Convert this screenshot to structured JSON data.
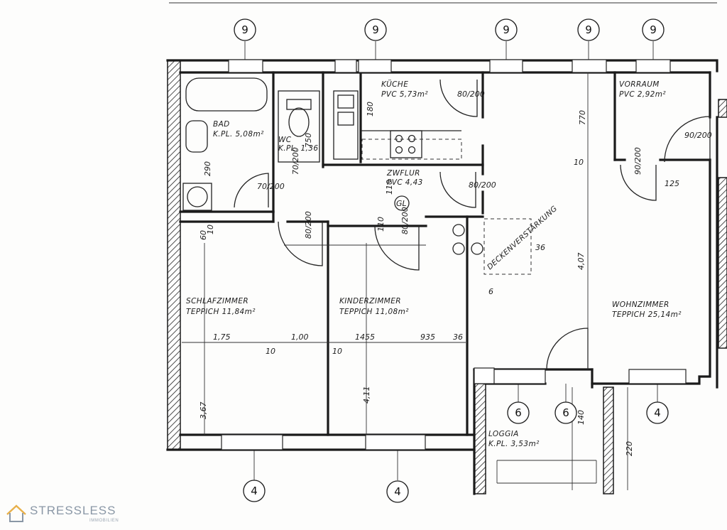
{
  "axes": {
    "top": [
      "9",
      "9",
      "9",
      "9",
      "9"
    ],
    "bottom": [
      "6",
      "6",
      "4",
      "4",
      "4"
    ]
  },
  "rooms": {
    "kueche": {
      "name": "KÜCHE",
      "floor": "PVC 5,73m²"
    },
    "vorraum": {
      "name": "VORRAUM",
      "floor": "PVC 2,92m²"
    },
    "bad": {
      "name": "BAD",
      "floor": "K.PL. 5,08m²"
    },
    "wc": {
      "name": "WC",
      "floor": "K.PL. 1,36"
    },
    "zwflur": {
      "name": "ZWFLUR",
      "floor": "PVC 4,43"
    },
    "schlafzimmer": {
      "name": "SCHLAFZIMMER",
      "floor": "TEPPICH 11,84m²"
    },
    "kinderzimmer": {
      "name": "KINDERZIMMER",
      "floor": "TEPPICH 11,08m²"
    },
    "wohnzimmer": {
      "name": "WOHNZIMMER",
      "floor": "TEPPICH 25,14m²"
    },
    "loggia": {
      "name": "LOGGIA",
      "floor": "K.PL. 3,53m²"
    }
  },
  "annotations": {
    "deckenverstaerkung": "DECKENVERSTÄRKUNG"
  },
  "dimensions": {
    "k_80_200": "80/200",
    "k_180": "180",
    "k_770": "770",
    "v_90_200": "90/200",
    "entry_90_200": "90/200",
    "bad_290": "290",
    "bad_70_200": "70/200",
    "wc_70_200": "70/200",
    "wc_750": "750",
    "zw_80_200": "80/200",
    "zw_110": "110",
    "zw_125": "125",
    "sz_80_200": "80/200",
    "sz_60": "60",
    "sz_10": "10",
    "kz_80_200": "80/200",
    "kz_110": "110",
    "wz_10": "10",
    "wz_407": "4,07",
    "wz_6": "6",
    "deck_36": "36",
    "sz_175": "1,75",
    "sz_100": "1,00",
    "mid_10a": "10",
    "mid_10b": "10",
    "kz_1455": "1455",
    "kz_935": "935",
    "kz_36": "36",
    "sz_367": "3,67",
    "kz_411": "4,11",
    "lo_140": "140",
    "lo_220": "220",
    "cl_label": "GL"
  },
  "logo": {
    "name": "STRESSLESS",
    "subtitle": "IMMOBILIEN",
    "accent": "#e8b04a",
    "text_color": "#8a97a6"
  }
}
